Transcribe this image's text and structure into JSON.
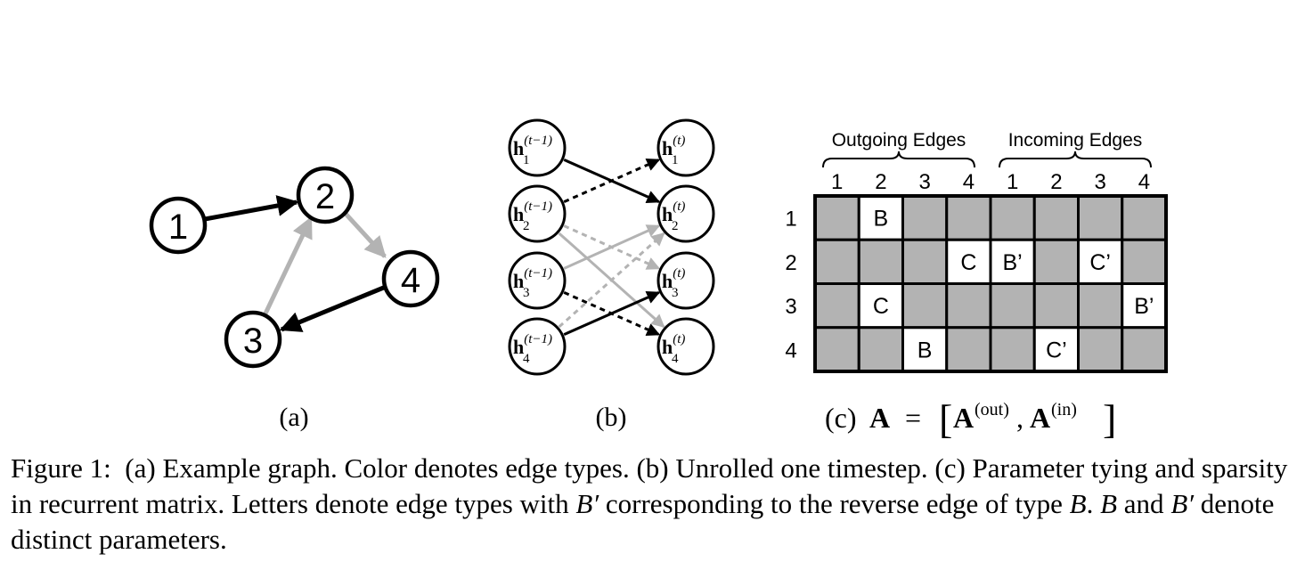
{
  "panel_a": {
    "label": "(a)",
    "nodes": [
      "1",
      "2",
      "3",
      "4"
    ],
    "edges": [
      {
        "from": "1",
        "to": "2",
        "type": "black"
      },
      {
        "from": "2",
        "to": "4",
        "type": "gray"
      },
      {
        "from": "3",
        "to": "2",
        "type": "gray"
      },
      {
        "from": "4",
        "to": "3",
        "type": "black"
      }
    ]
  },
  "panel_b": {
    "label": "(b)",
    "left_nodes": [
      {
        "base": "h",
        "sub": "1",
        "sup": "(t−1)"
      },
      {
        "base": "h",
        "sub": "2",
        "sup": "(t−1)"
      },
      {
        "base": "h",
        "sub": "3",
        "sup": "(t−1)"
      },
      {
        "base": "h",
        "sub": "4",
        "sup": "(t−1)"
      }
    ],
    "right_nodes": [
      {
        "base": "h",
        "sub": "1",
        "sup": "(t)"
      },
      {
        "base": "h",
        "sub": "2",
        "sup": "(t)"
      },
      {
        "base": "h",
        "sub": "3",
        "sup": "(t)"
      },
      {
        "base": "h",
        "sub": "4",
        "sup": "(t)"
      }
    ],
    "edges": [
      {
        "from": 1,
        "to": 2,
        "style": "black-solid"
      },
      {
        "from": 2,
        "to": 1,
        "style": "black-dashed"
      },
      {
        "from": 2,
        "to": 3,
        "style": "gray-dashed"
      },
      {
        "from": 2,
        "to": 4,
        "style": "gray-solid"
      },
      {
        "from": 3,
        "to": 2,
        "style": "gray-solid"
      },
      {
        "from": 3,
        "to": 4,
        "style": "black-dashed"
      },
      {
        "from": 4,
        "to": 2,
        "style": "gray-dashed"
      },
      {
        "from": 4,
        "to": 3,
        "style": "black-solid"
      }
    ]
  },
  "panel_c": {
    "label_prefix": "(c)",
    "formula": {
      "lhs": "A",
      "eq": "=",
      "lbrack": "[",
      "a1": "A",
      "sup1": "(out)",
      "comma": ",",
      "a2": "A",
      "sup2": "(in)",
      "rbrack": "]"
    },
    "group_labels": [
      "Outgoing Edges",
      "Incoming Edges"
    ],
    "column_labels": [
      "1",
      "2",
      "3",
      "4",
      "1",
      "2",
      "3",
      "4"
    ],
    "row_labels": [
      "1",
      "2",
      "3",
      "4"
    ],
    "cells": [
      [
        "",
        "B",
        "",
        "",
        "",
        "",
        "",
        ""
      ],
      [
        "",
        "",
        "",
        "C",
        "B’",
        "",
        "C’",
        ""
      ],
      [
        "",
        "C",
        "",
        "",
        "",
        "",
        "",
        "B’"
      ],
      [
        "",
        "",
        "B",
        "",
        "",
        "C’",
        "",
        ""
      ]
    ]
  },
  "colors": {
    "black_edge": "#000000",
    "gray_edge": "#b3b3b3",
    "empty_cell": "#b3b3b3",
    "filled_cell": "#ffffff"
  },
  "caption": {
    "p1": "Figure 1:  (a) Example graph. Color denotes edge types. (b) Unrolled one timestep. (c) Parameter tying and sparsity in recurrent matrix. Letters denote edge types with ",
    "m1": "B′",
    "p2": " corresponding to the reverse edge of type ",
    "m2": "B",
    "p3": ". ",
    "m3": "B",
    "p4": " and ",
    "m4": "B′",
    "p5": " denote distinct parameters."
  }
}
